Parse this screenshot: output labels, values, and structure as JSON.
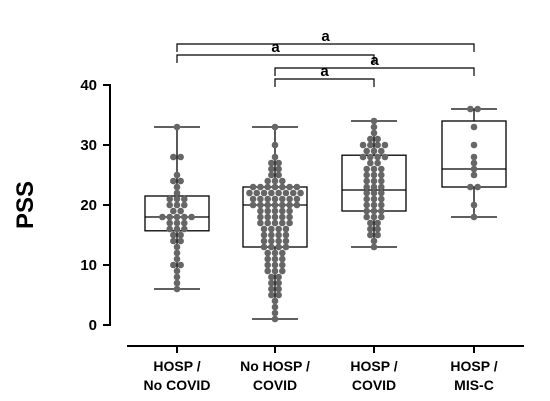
{
  "chart_data": {
    "type": "box-scatter",
    "title": "",
    "ylabel": "PSS",
    "xlabel": "",
    "ylim": [
      0,
      40
    ],
    "yticks": [
      0,
      10,
      20,
      30,
      40
    ],
    "point_color": "#666666",
    "categories": [
      {
        "line1": "HOSP /",
        "line2": "No COVID"
      },
      {
        "line1": "No HOSP /",
        "line2": "COVID"
      },
      {
        "line1": "HOSP /",
        "line2": "COVID"
      },
      {
        "line1": "HOSP /",
        "line2": "MIS-C"
      }
    ],
    "boxes": [
      {
        "min": 6,
        "q1": 15.7,
        "median": 18,
        "q3": 21.5,
        "max": 33
      },
      {
        "min": 1,
        "q1": 13,
        "median": 20,
        "q3": 23,
        "max": 33
      },
      {
        "min": 13,
        "q1": 19,
        "median": 22.5,
        "q3": 28.3,
        "max": 34
      },
      {
        "min": 18,
        "q1": 23,
        "median": 26,
        "q3": 34,
        "max": 36
      }
    ],
    "points": [
      [
        33,
        28,
        28,
        25,
        24,
        24,
        23,
        22,
        21,
        21,
        21,
        20,
        20,
        20,
        19,
        19,
        18,
        18,
        18,
        18,
        18,
        17,
        17,
        17,
        16,
        16,
        16,
        15,
        15,
        14,
        14,
        13,
        12,
        11,
        10,
        10,
        9,
        8,
        7,
        6
      ],
      [
        33,
        30,
        28,
        27,
        27,
        26,
        26,
        25,
        25,
        24,
        24,
        24,
        23,
        23,
        23,
        23,
        23,
        23,
        23,
        22,
        22,
        22,
        22,
        22,
        22,
        22,
        22,
        21,
        21,
        21,
        21,
        21,
        21,
        21,
        20,
        20,
        20,
        20,
        20,
        20,
        20,
        19,
        19,
        19,
        19,
        19,
        18,
        18,
        18,
        18,
        18,
        17,
        17,
        17,
        17,
        17,
        16,
        16,
        16,
        16,
        15,
        15,
        15,
        15,
        14,
        14,
        14,
        14,
        13,
        13,
        13,
        13,
        12,
        12,
        12,
        11,
        11,
        11,
        10,
        10,
        10,
        9,
        9,
        9,
        8,
        8,
        7,
        7,
        6,
        6,
        5,
        5,
        4,
        3,
        2,
        1
      ],
      [
        34,
        33,
        32,
        31,
        31,
        30,
        30,
        30,
        30,
        29,
        29,
        29,
        28,
        28,
        28,
        28,
        27,
        27,
        26,
        26,
        26,
        25,
        25,
        25,
        24,
        24,
        24,
        23,
        23,
        23,
        22,
        22,
        22,
        21,
        21,
        21,
        20,
        20,
        20,
        19,
        19,
        19,
        18,
        18,
        18,
        17,
        17,
        16,
        16,
        15,
        15,
        14,
        13
      ],
      [
        36,
        36,
        33,
        30,
        28,
        27,
        26,
        25,
        23,
        23,
        20,
        18
      ]
    ],
    "comparisons": [
      {
        "from": 0,
        "to": 3,
        "level": 36,
        "label": "a"
      },
      {
        "from": 0,
        "to": 2,
        "level": 47,
        "label": "a"
      },
      {
        "from": 1,
        "to": 3,
        "level": 60,
        "label": "a"
      },
      {
        "from": 1,
        "to": 2,
        "level": 71,
        "label": "a"
      }
    ]
  }
}
